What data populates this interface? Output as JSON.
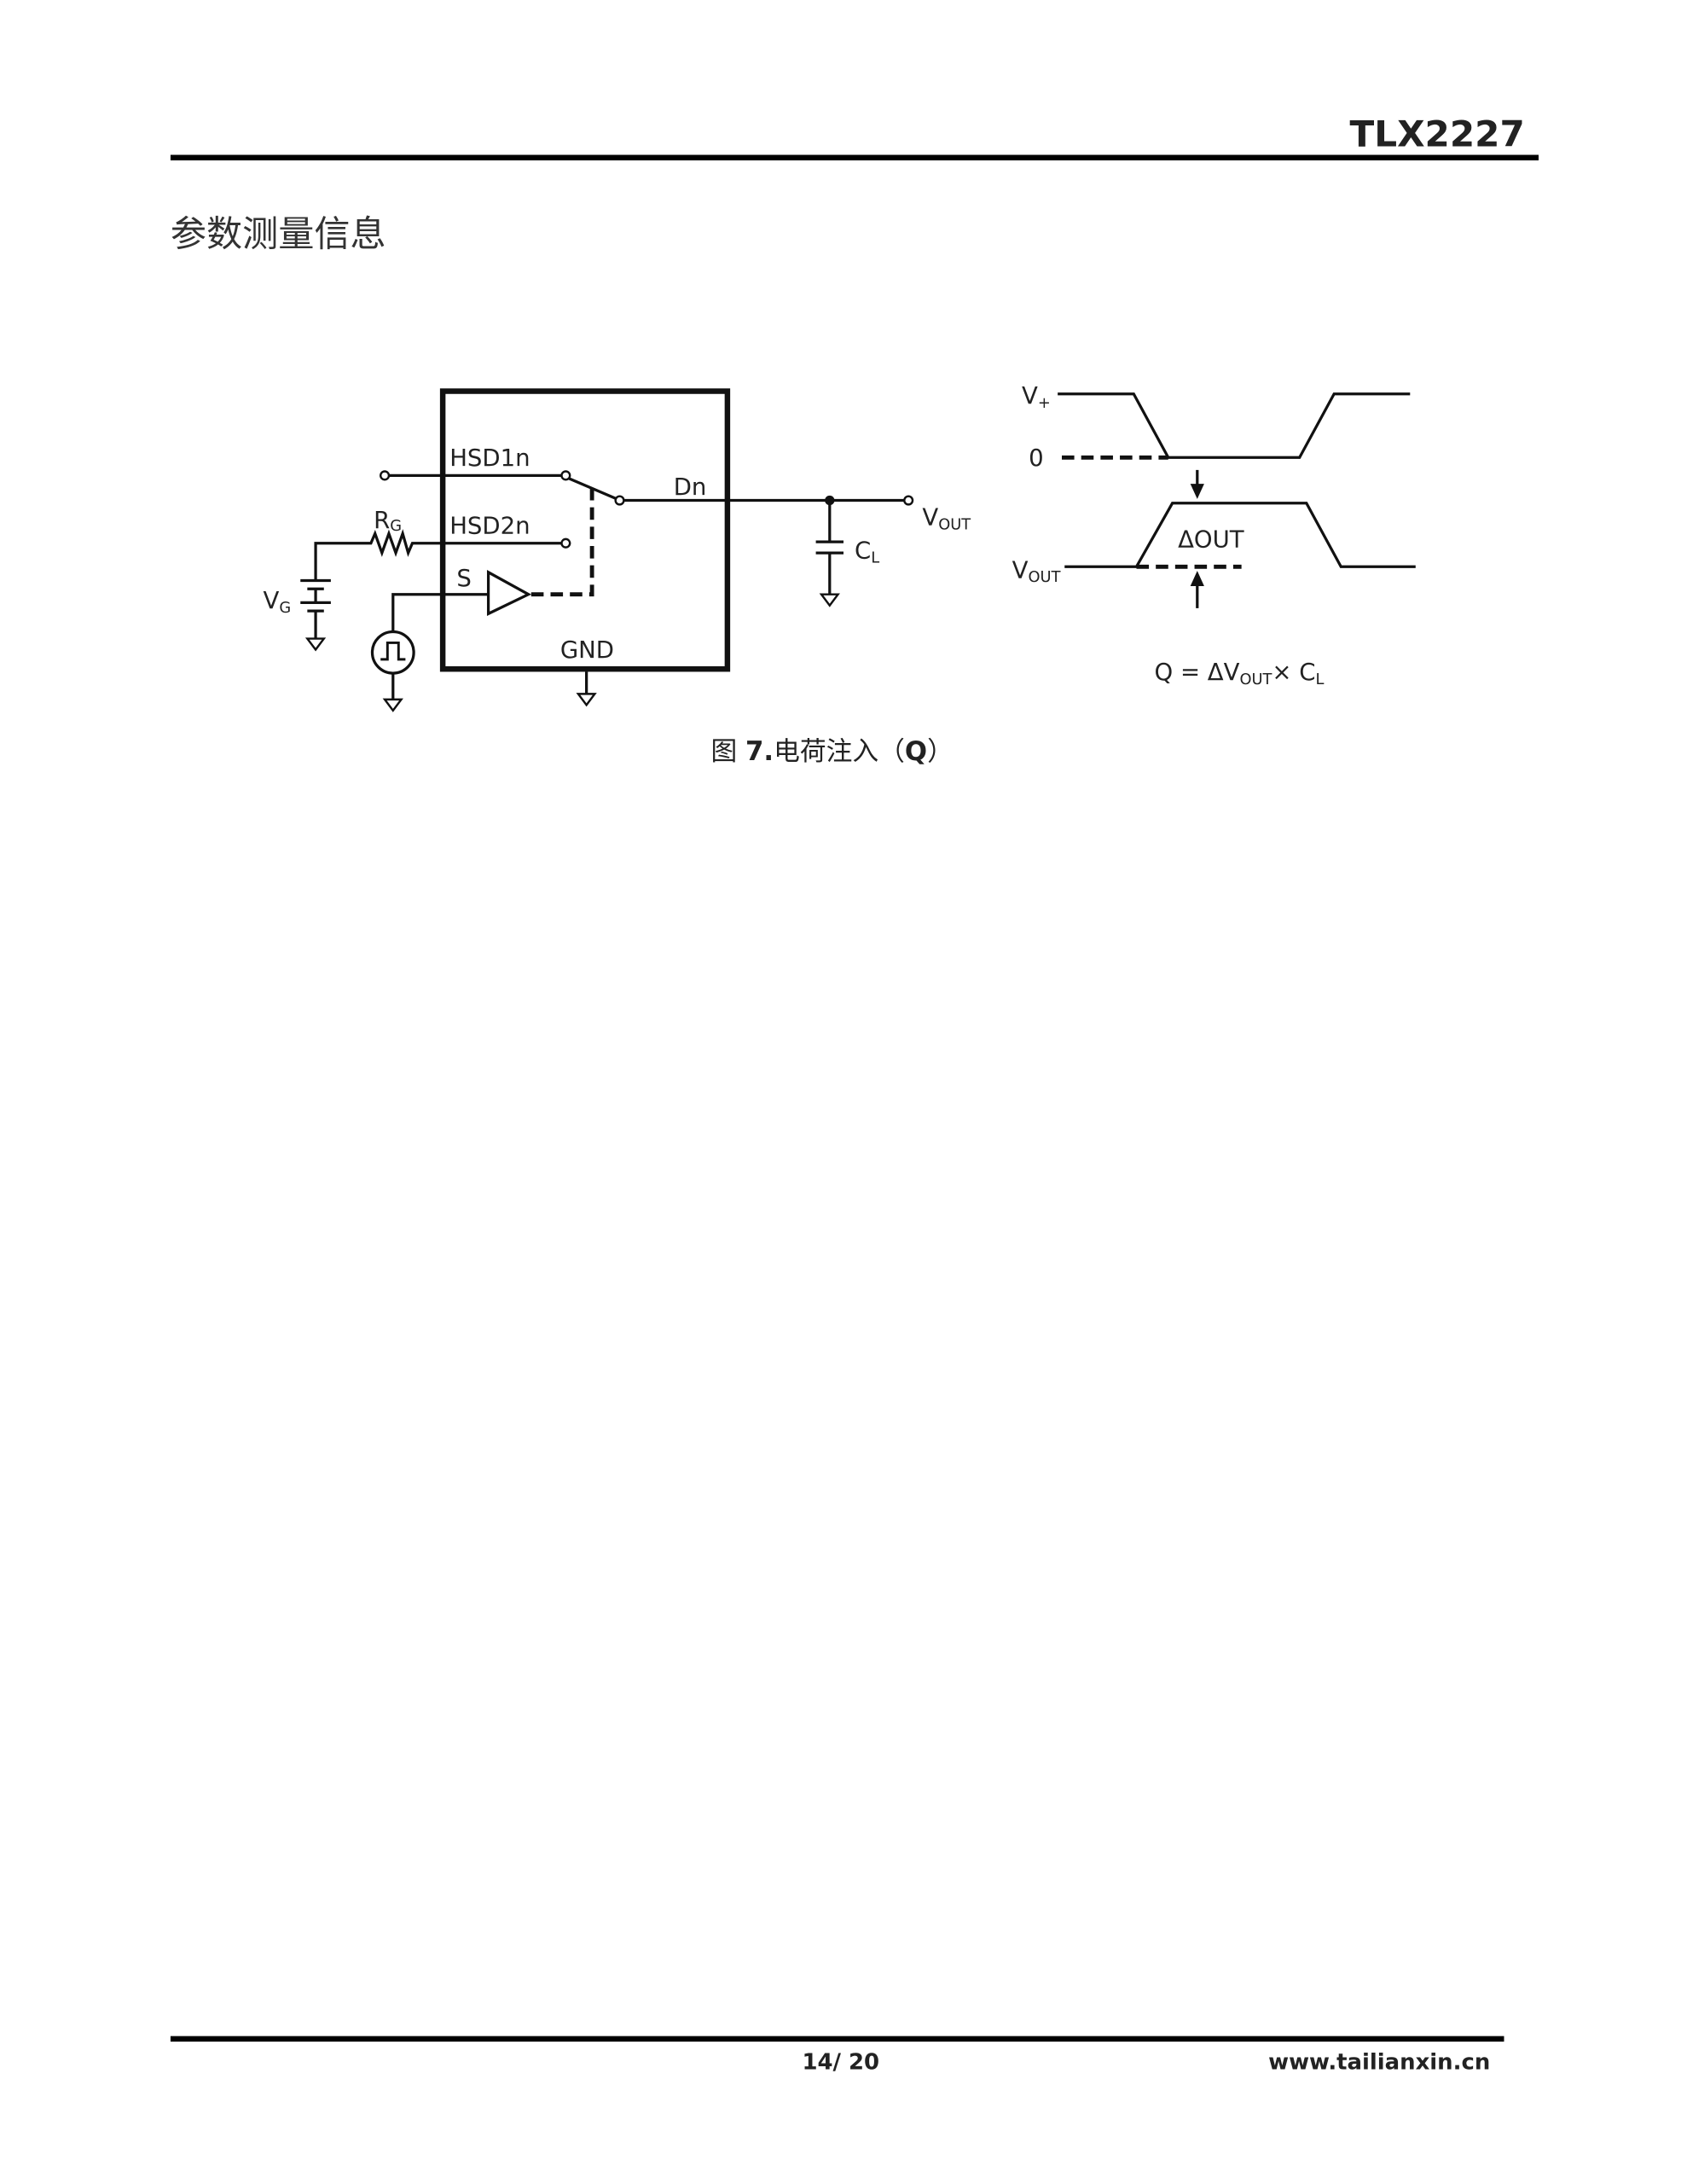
{
  "header": {
    "product": "TLX2227"
  },
  "section_title": "参数测量信息",
  "circuit": {
    "pin_hsd1": "HSD1n",
    "pin_hsd2": "HSD2n",
    "pin_s": "S",
    "pin_dn": "Dn",
    "pin_gnd": "GND",
    "rg_main": "R",
    "rg_sub": "G",
    "vg_main": "V",
    "vg_sub": "G",
    "vout_main": "V",
    "vout_sub": "OUT",
    "cl_main": "C",
    "cl_sub": "L"
  },
  "waveform": {
    "vplus_main": "V",
    "vplus_sub": "+",
    "zero_label": "0",
    "vout_main": "V",
    "vout_sub": "OUT",
    "delta_out": "ΔOUT",
    "formula_a": "Q = ΔV",
    "formula_sub": "OUT",
    "formula_b": "× C",
    "formula_sub2": "L"
  },
  "caption": {
    "prefix": "图 ",
    "number": "7.",
    "title": "电荷注入（",
    "q": "Q",
    "close": "）"
  },
  "footer": {
    "page": "14/ 20",
    "website": "www.tailianxin.cn"
  }
}
